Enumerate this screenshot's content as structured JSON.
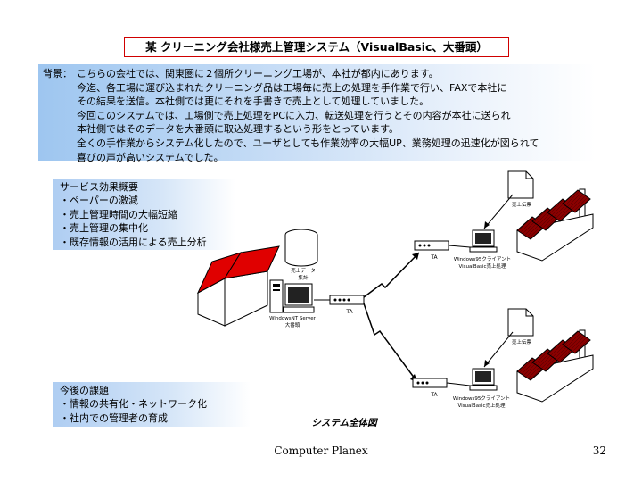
{
  "title": "某 クリーニング会社様売上管理システム（VisualBasic、大番頭）",
  "background": {
    "label": "背景：",
    "lines": [
      "こちらの会社では、関東圏に２個所クリーニング工場が、本社が都内にあります。",
      "今迄、各工場に運び込まれたクリーニング品は工場毎に売上の処理を手作業で行い、FAXで本社に",
      "その結果を送信。本社側では更にそれを手書きで売上として処理していました。",
      "今回このシステムでは、工場側で売上処理をPCに入力、転送処理を行うとその内容が本社に送られ",
      "本社側ではそのデータを大番頭に取込処理するという形をとっています。",
      "全くの手作業からシステム化したので、ユーザとしても作業効率の大幅UP、業務処理の迅速化が図られて",
      "喜びの声が高いシステムでした。"
    ]
  },
  "effects": {
    "heading": "サービス効果概要",
    "items": [
      "・ペーパーの激減",
      "・売上管理時間の大幅短縮",
      "・売上管理の集中化",
      "・既存情報の活用による売上分析"
    ]
  },
  "issues": {
    "heading": "今後の課題",
    "items": [
      "・情報の共有化・ネットワーク化",
      "・社内での管理者の育成"
    ]
  },
  "diagram": {
    "caption": "システム全体図",
    "server_db_label": [
      "売上データ",
      "集計"
    ],
    "server_label": [
      "WindowsNT Server",
      "大番頭"
    ],
    "ta_label": "TA",
    "client_top_label": [
      "Windows95クライアント",
      "VisualBasic売上処理"
    ],
    "client_bottom_label": [
      "Windows95クライアント",
      "VisualBasic売上処理"
    ],
    "slip_label": "売上伝票",
    "colors": {
      "hq_roof": "#e00000",
      "factory_roof": "#8b0000",
      "wall": "#ffffff",
      "panel": "#aecdf2"
    }
  },
  "footer": {
    "company": "Computer Planex",
    "page": "32"
  }
}
